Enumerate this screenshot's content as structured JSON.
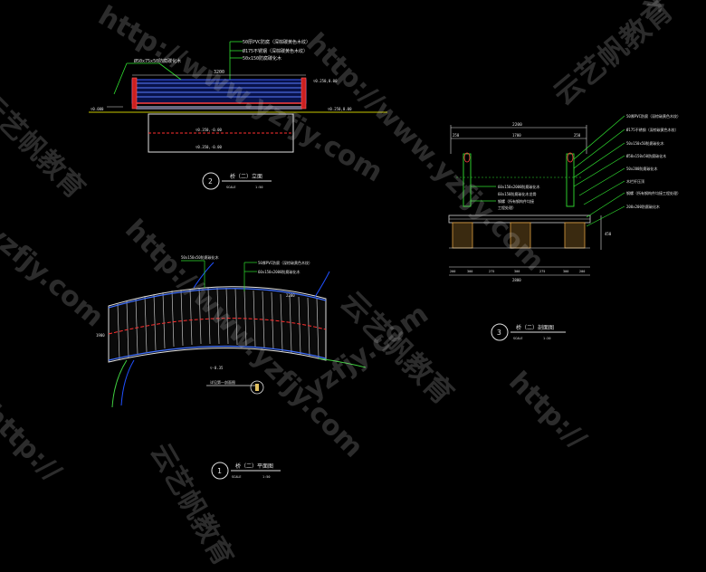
{
  "watermarks": {
    "url_full": "http://www.yzfjy.com",
    "url_short": "http://",
    "url_tail": "yzfjy.com",
    "brand": "云艺帆教育"
  },
  "elevation": {
    "title": "桥（二）立面",
    "number": "2",
    "scale_left": "SCALE",
    "scale_right": "1:50",
    "notes": [
      "50厚PVC防腐（深棕碳黄色木纹）",
      "Ø175不锈钢（深棕碳黄色木纹）",
      "50x150防腐碳化木",
      "Ø50x75x50防腐碳化木"
    ],
    "dim_top": "3200",
    "level_right": "▽0.250,0.00",
    "level_left": "▽0.000",
    "level_a": "▽0.250,0.00",
    "level_b": "▽0.350,-0.00",
    "level_c": "▽0.350,-0.00"
  },
  "section": {
    "title": "桥（二）剖面图",
    "number": "3",
    "scale_left": "SCALE",
    "scale_right": "1:20",
    "dim_total": "2200",
    "dim_parts": [
      "250",
      "1700",
      "250"
    ],
    "notes_right": [
      "50厚PVC防腐（深棕碳黄色木纹）",
      "Ø175不锈钢（深棕碳黄色木纹）",
      "50x150x50防腐碳化木",
      "Ø50x150x50防腐碳化木",
      "50x200防腐碳化木",
      "木栏杆压顶",
      "钢螺（所有钢构件均接工程处理）",
      "200x200防腐碳化木"
    ],
    "notes_mid": [
      "60x150x2000防腐碳化木",
      "60x150防腐碳化木龙骨",
      "钢螺（所有钢构件均接",
      "工程处理）"
    ],
    "dim_bottom": [
      "200",
      "300",
      "275",
      "300",
      "275",
      "300",
      "200"
    ],
    "dim_bottom_total": "2800",
    "dim_right": "450"
  },
  "plan": {
    "title": "桥（二）平面图",
    "number": "1",
    "scale_left": "SCALE",
    "scale_right": "1:50",
    "notes": [
      "50x150x50防腐碳化木",
      "50厚PVC防腐（深棕碳黄色木纹）",
      "60x150x2000防腐碳化木"
    ],
    "dim_width": "2200",
    "dim_side": "1900",
    "level_label": "▽-0.35",
    "detail_label": "详见第一剖面图",
    "marker": "3"
  }
}
